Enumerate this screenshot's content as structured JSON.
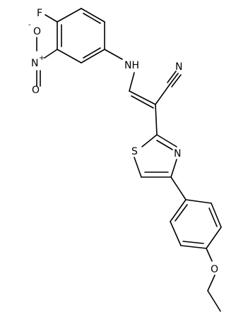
{
  "molecule": {
    "atom_labels": {
      "fluorine": "F",
      "nitro_oxygen_top": "O",
      "nitro_oxygen_charge": "-",
      "nitro_nitrogen": "N",
      "nitro_nitrogen_charge": "+",
      "nitro_oxygen_bottom": "O",
      "amine": "NH",
      "nitrile_nitrogen": "N",
      "thiazole_sulfur": "S",
      "thiazole_nitrogen": "N",
      "ether_oxygen": "O"
    }
  }
}
